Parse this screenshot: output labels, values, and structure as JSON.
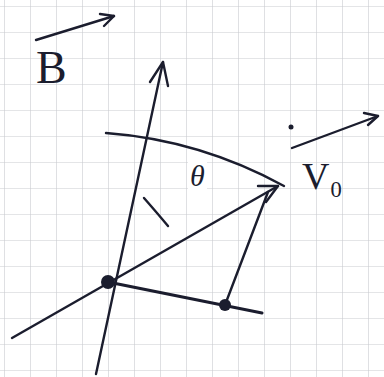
{
  "diagram": {
    "labels": [
      "B",
      "V₀",
      "θ"
    ]
  }
}
